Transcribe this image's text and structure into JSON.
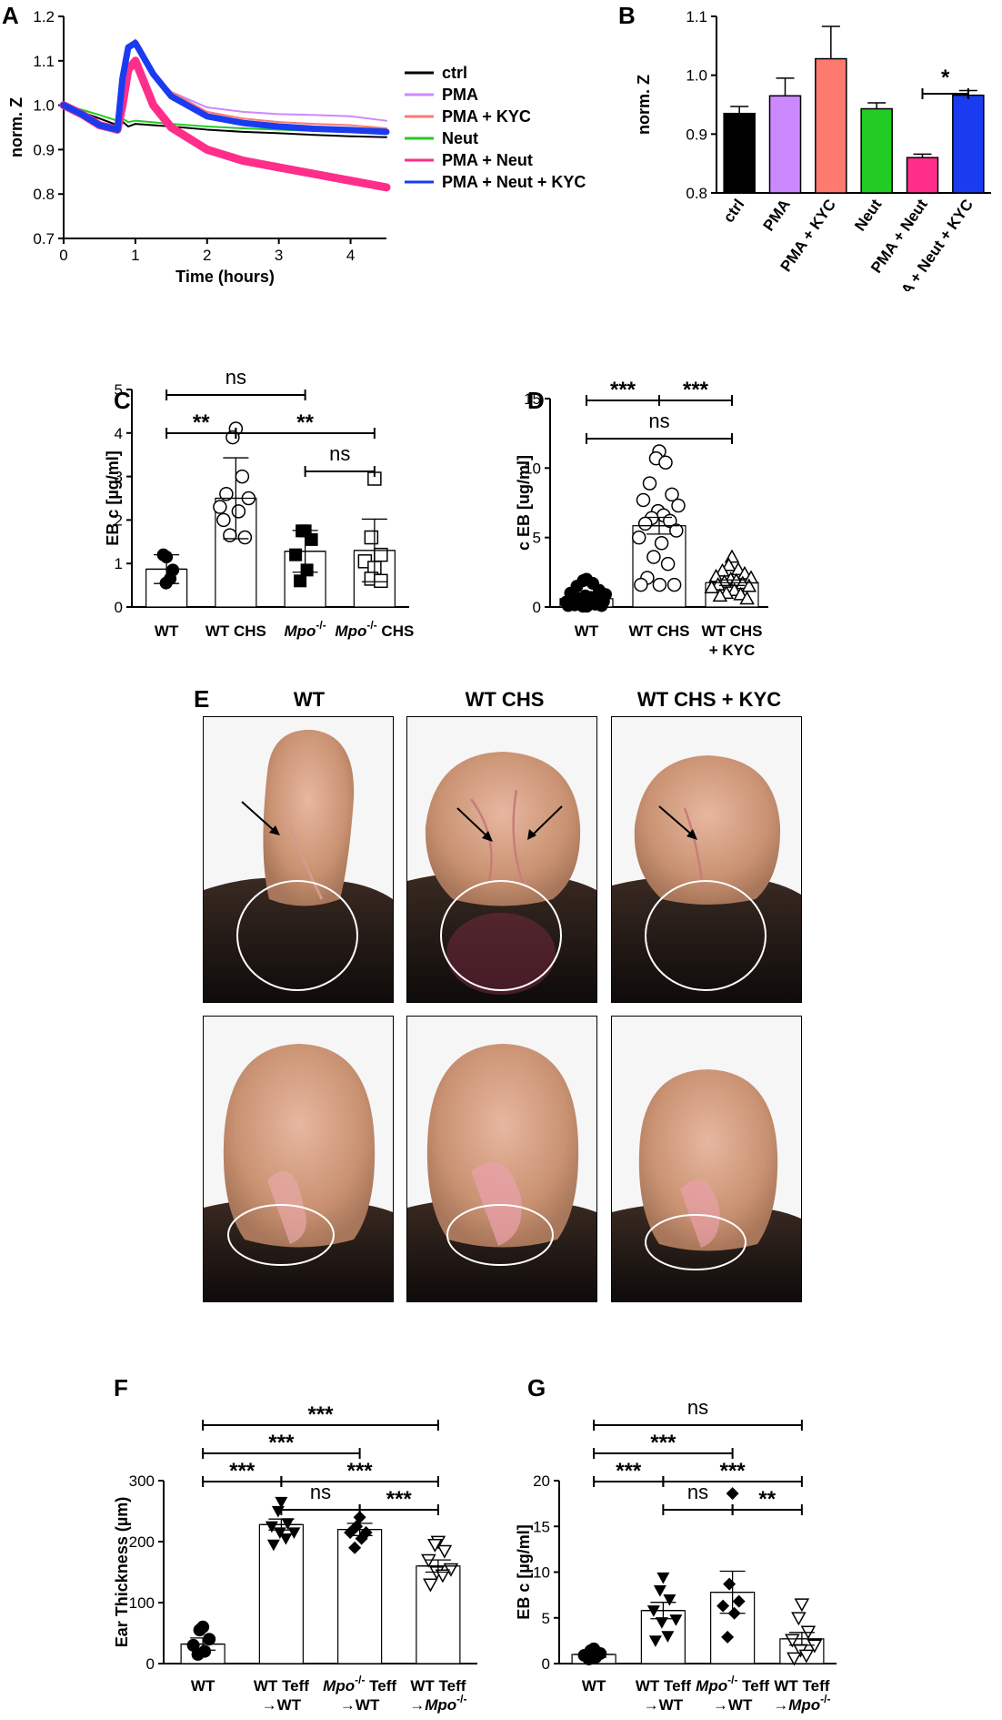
{
  "panels": {
    "A": {
      "letter": "A"
    },
    "B": {
      "letter": "B"
    },
    "C": {
      "letter": "C"
    },
    "D": {
      "letter": "D"
    },
    "E": {
      "letter": "E",
      "column_titles": [
        "WT",
        "WT CHS",
        "WT CHS + KYC"
      ]
    },
    "F": {
      "letter": "F"
    },
    "G": {
      "letter": "G"
    }
  },
  "colors": {
    "ctrl": "#000000",
    "PMA": "#cc88ff",
    "PMA_KYC": "#ff7a6e",
    "Neut": "#22cc22",
    "PMA_Neut": "#ff2e8a",
    "PMA_Neut_KYC": "#1a3cf0"
  },
  "chart_data": [
    {
      "panel": "A",
      "type": "line",
      "xlabel": "Time (hours)",
      "ylabel": "norm. Z",
      "xlim": [
        0,
        4.5
      ],
      "ylim": [
        0.7,
        1.2
      ],
      "xticks": [
        "0",
        "1",
        "2",
        "3",
        "4"
      ],
      "yticks": [
        "0.7",
        "0.8",
        "0.9",
        "1.0",
        "1.1",
        "1.2"
      ],
      "legend_position": "right",
      "series": [
        {
          "name": "ctrl",
          "x": [
            0,
            0.25,
            0.5,
            0.75,
            0.82,
            0.9,
            1,
            1.5,
            2,
            2.5,
            3,
            3.5,
            4,
            4.5
          ],
          "y": [
            1.0,
            0.985,
            0.97,
            0.955,
            0.963,
            0.952,
            0.958,
            0.952,
            0.945,
            0.94,
            0.937,
            0.933,
            0.93,
            0.928
          ]
        },
        {
          "name": "PMA",
          "x": [
            0,
            0.25,
            0.5,
            0.75,
            0.82,
            0.9,
            1,
            1.25,
            1.5,
            2,
            2.5,
            3,
            3.5,
            4,
            4.5
          ],
          "y": [
            1.0,
            0.98,
            0.96,
            0.95,
            1.05,
            1.13,
            1.145,
            1.07,
            1.03,
            0.995,
            0.985,
            0.98,
            0.978,
            0.975,
            0.965
          ]
        },
        {
          "name": "PMA + KYC",
          "x": [
            0,
            0.25,
            0.5,
            0.75,
            0.82,
            0.9,
            1,
            1.25,
            1.5,
            2,
            2.5,
            3,
            3.5,
            4,
            4.5
          ],
          "y": [
            1.0,
            0.98,
            0.96,
            0.948,
            1.05,
            1.13,
            1.148,
            1.07,
            1.03,
            0.985,
            0.97,
            0.962,
            0.958,
            0.955,
            0.948
          ]
        },
        {
          "name": "Neut",
          "x": [
            0,
            0.25,
            0.5,
            0.75,
            0.82,
            0.9,
            1,
            1.5,
            2,
            2.5,
            3,
            3.5,
            4,
            4.5
          ],
          "y": [
            1.0,
            0.99,
            0.978,
            0.965,
            0.97,
            0.962,
            0.965,
            0.958,
            0.952,
            0.948,
            0.945,
            0.942,
            0.94,
            0.938
          ]
        },
        {
          "name": "PMA + Neut",
          "x": [
            0,
            0.25,
            0.5,
            0.75,
            0.82,
            0.9,
            1,
            1.25,
            1.5,
            2,
            2.5,
            3,
            3.5,
            4,
            4.5
          ],
          "y": [
            1.0,
            0.98,
            0.955,
            0.945,
            1.0,
            1.08,
            1.1,
            1.0,
            0.95,
            0.9,
            0.875,
            0.86,
            0.845,
            0.83,
            0.815
          ]
        },
        {
          "name": "PMA + Neut + KYC",
          "x": [
            0,
            0.25,
            0.5,
            0.75,
            0.82,
            0.9,
            1,
            1.25,
            1.5,
            2,
            2.5,
            3,
            3.5,
            4,
            4.5
          ],
          "y": [
            1.0,
            0.98,
            0.955,
            0.945,
            1.06,
            1.13,
            1.14,
            1.07,
            1.02,
            0.975,
            0.96,
            0.952,
            0.947,
            0.944,
            0.94
          ]
        }
      ]
    },
    {
      "panel": "B",
      "type": "bar",
      "ylabel": "norm. Z",
      "ylim": [
        0.8,
        1.1
      ],
      "yticks": [
        "0.8",
        "0.9",
        "1.0",
        "1.1"
      ],
      "categories": [
        "ctrl",
        "PMA",
        "PMA + KYC",
        "Neut",
        "PMA + Neut",
        "PMA + Neut + KYC"
      ],
      "values": [
        0.935,
        0.965,
        1.028,
        0.943,
        0.86,
        0.966
      ],
      "errors": [
        0.012,
        0.03,
        0.055,
        0.01,
        0.006,
        0.008
      ],
      "significance": [
        {
          "from": 4,
          "to": 5,
          "label": "*"
        }
      ]
    },
    {
      "panel": "C",
      "type": "bar",
      "ylabel": "EB c [µg/ml]",
      "ylim": [
        0,
        5
      ],
      "yticks": [
        "0",
        "1",
        "2",
        "3",
        "4",
        "5"
      ],
      "categories": [
        "WT",
        "WT CHS",
        "Mpo-/-",
        "Mpo-/- CHS"
      ],
      "category_labels": [
        {
          "a": "WT",
          "b": ""
        },
        {
          "a": "WT CHS",
          "b": ""
        },
        {
          "a": "Mpo",
          "sup": "-/-",
          "b": ""
        },
        {
          "a": "Mpo",
          "sup": "-/-",
          "b": " CHS"
        }
      ],
      "values": [
        0.87,
        2.5,
        1.28,
        1.3
      ],
      "errors": [
        0.33,
        0.93,
        0.48,
        0.72
      ],
      "points": [
        [
          1.15,
          1.2,
          0.85,
          0.55,
          0.65
        ],
        [
          4.1,
          3.9,
          3.0,
          2.6,
          2.5,
          2.3,
          2.2,
          1.65,
          1.6,
          2.0
        ],
        [
          1.75,
          1.75,
          1.55,
          1.2,
          0.85,
          0.6
        ],
        [
          2.95,
          1.6,
          1.2,
          1.05,
          0.9,
          0.65,
          0.6
        ]
      ],
      "markers": [
        "circle-filled",
        "circle-open",
        "square-filled",
        "square-open"
      ],
      "significance": [
        {
          "from": 0,
          "to": 2,
          "label": "ns",
          "level": 2
        },
        {
          "from": 0,
          "to": 1,
          "label": "**",
          "level": 1
        },
        {
          "from": 1,
          "to": 3,
          "label": "**",
          "level": 1
        },
        {
          "from": 2,
          "to": 3,
          "label": "ns",
          "level": 0
        }
      ]
    },
    {
      "panel": "D",
      "type": "bar",
      "ylabel": "c EB [ug/ml]",
      "ylim": [
        0,
        15
      ],
      "yticks": [
        "0",
        "5",
        "10",
        "15"
      ],
      "categories": [
        "WT",
        "WT CHS",
        "WT CHS + KYC"
      ],
      "category_labels": [
        {
          "a": "WT",
          "b": ""
        },
        {
          "a": "WT CHS",
          "b": ""
        },
        {
          "a": "WT CHS",
          "b": "+ KYC"
        }
      ],
      "values": [
        0.6,
        5.85,
        1.75
      ],
      "errors": [
        0.15,
        0.6,
        0.2
      ],
      "points": [
        [
          2.0,
          1.9,
          1.7,
          1.5,
          1.2,
          1.0,
          0.9,
          0.8,
          0.7,
          0.6,
          0.5,
          0.45,
          0.4,
          0.35,
          0.3,
          0.25,
          0.2,
          0.15,
          0.1,
          0.1,
          0.05,
          0.05
        ],
        [
          11.2,
          10.7,
          10.4,
          8.9,
          8.1,
          7.7,
          7.3,
          6.9,
          6.6,
          6.4,
          6.2,
          6.0,
          5.5,
          5.0,
          4.6,
          3.6,
          3.1,
          2.1,
          1.6,
          1.6,
          1.6
        ],
        [
          3.6,
          3.0,
          2.7,
          2.6,
          2.4,
          2.2,
          2.1,
          2.0,
          1.9,
          1.8,
          1.7,
          1.6,
          1.5,
          1.4,
          1.2,
          1.0,
          0.9,
          0.8,
          0.6
        ]
      ],
      "markers": [
        "circle-filled",
        "circle-open",
        "triangle-open"
      ],
      "significance": [
        {
          "from": 0,
          "to": 2,
          "label": "ns",
          "level": 0
        },
        {
          "from": 0,
          "to": 1,
          "label": "***",
          "level": 1
        },
        {
          "from": 1,
          "to": 2,
          "label": "***",
          "level": 1
        }
      ]
    },
    {
      "panel": "F",
      "type": "bar",
      "ylabel": "Ear Thickness (µm)",
      "ylim": [
        0,
        300
      ],
      "yticks": [
        "0",
        "100",
        "200",
        "300"
      ],
      "categories": [
        "WT",
        "WT Teff →WT",
        "Mpo-/- Teff →WT",
        "WT Teff →Mpo-/-"
      ],
      "category_labels": [
        {
          "a": "WT",
          "b": ""
        },
        {
          "a": "WT Teff",
          "b": "→WT"
        },
        {
          "a": "Mpo",
          "sup": "-/-",
          "a2": " Teff",
          "b": "→WT"
        },
        {
          "a": "WT Teff",
          "b": "→Mpo",
          "bsup": "-/-"
        }
      ],
      "values": [
        32,
        228,
        220,
        160
      ],
      "errors": [
        10,
        9,
        10,
        10
      ],
      "points": [
        [
          60,
          55,
          40,
          30,
          20,
          15
        ],
        [
          265,
          250,
          230,
          225,
          215,
          215,
          205,
          195
        ],
        [
          240,
          225,
          215,
          215,
          205,
          190
        ],
        [
          200,
          195,
          185,
          170,
          155,
          150,
          145,
          130
        ]
      ],
      "markers": [
        "circle-filled",
        "triangle-down-filled",
        "diamond-filled",
        "triangle-down-open"
      ],
      "significance": [
        {
          "from": 0,
          "to": 3,
          "label": "***",
          "level": 4
        },
        {
          "from": 0,
          "to": 2,
          "label": "***",
          "level": 3
        },
        {
          "from": 0,
          "to": 1,
          "label": "***",
          "level": 2
        },
        {
          "from": 1,
          "to": 3,
          "label": "***",
          "level": 2
        },
        {
          "from": 1,
          "to": 2,
          "label": "ns",
          "level": 1
        },
        {
          "from": 2,
          "to": 3,
          "label": "***",
          "level": 1
        }
      ]
    },
    {
      "panel": "G",
      "type": "bar",
      "ylabel": "EB c [µg/ml]",
      "ylim": [
        0,
        20
      ],
      "yticks": [
        "0",
        "5",
        "10",
        "15",
        "20"
      ],
      "categories": [
        "WT",
        "WT Teff →WT",
        "Mpo-/- Teff →WT",
        "WT Teff →Mpo-/-"
      ],
      "category_labels": [
        {
          "a": "WT",
          "b": ""
        },
        {
          "a": "WT Teff",
          "b": "→WT"
        },
        {
          "a": "Mpo",
          "sup": "-/-",
          "a2": " Teff",
          "b": "→WT"
        },
        {
          "a": "WT Teff",
          "b": "→Mpo",
          "bsup": "-/-"
        }
      ],
      "values": [
        1.0,
        5.8,
        7.8,
        2.7
      ],
      "errors": [
        0.3,
        0.9,
        2.3,
        0.7
      ],
      "points": [
        [
          1.6,
          1.4,
          1.1,
          0.9,
          0.7,
          0.5
        ],
        [
          9.4,
          8.0,
          7.0,
          5.8,
          4.8,
          4.5,
          3.0,
          2.5
        ],
        [
          18.6,
          8.7,
          6.8,
          6.3,
          5.5,
          2.9
        ],
        [
          6.5,
          5.0,
          3.5,
          2.6,
          2.0,
          1.5,
          0.9,
          0.6
        ]
      ],
      "markers": [
        "circle-filled",
        "triangle-down-filled",
        "diamond-filled",
        "triangle-down-open"
      ],
      "significance": [
        {
          "from": 0,
          "to": 3,
          "label": "ns",
          "level": 4
        },
        {
          "from": 0,
          "to": 2,
          "label": "***",
          "level": 3
        },
        {
          "from": 0,
          "to": 1,
          "label": "***",
          "level": 2
        },
        {
          "from": 1,
          "to": 3,
          "label": "***",
          "level": 2
        },
        {
          "from": 1,
          "to": 2,
          "label": "ns",
          "level": 1
        },
        {
          "from": 2,
          "to": 3,
          "label": "**",
          "level": 1
        }
      ]
    }
  ]
}
